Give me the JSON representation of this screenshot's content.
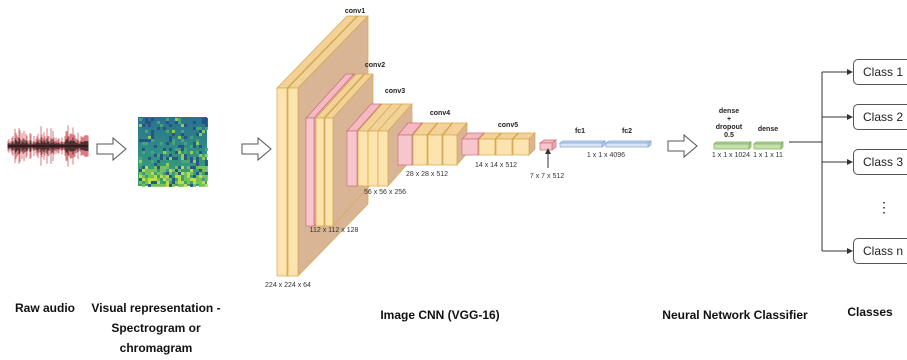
{
  "stages": {
    "raw_audio": "Raw audio",
    "visual_rep": [
      "Visual representation -",
      "Spectrogram or",
      "chromagram"
    ],
    "image_cnn": "Image CNN (VGG-16)",
    "nn_classifier": "Neural Network Classifier",
    "classes": "Classes"
  },
  "cnn": {
    "blocks": [
      "conv1",
      "conv2",
      "conv3",
      "conv4",
      "conv5",
      "fc1",
      "fc2"
    ],
    "dims": [
      "224 x 224 x 64",
      "112 x 112 x 128",
      "56 x 56 x 256",
      "28 x 28 x 512",
      "14 x 14 x 512",
      "7 x 7 x 512",
      "1 x 1 x 4096"
    ]
  },
  "classifier": {
    "dense1_label": [
      "dense",
      "+",
      "dropout",
      "0.5"
    ],
    "dense2_label": "dense",
    "dense1_dim": "1 x 1 x 1024",
    "dense2_dim": "1 x 1 x 11"
  },
  "class_boxes": [
    "Class 1",
    "Class 2",
    "Class 3",
    "⋮",
    "Class n"
  ],
  "colors": {
    "conv_face": "#fde3ad",
    "conv_stroke": "#d4a84a",
    "pool_face": "#f7c6cc",
    "pool_stroke": "#c9707e",
    "fc_face": "#d8e6f8",
    "fc_stroke": "#7fa1cf",
    "dense_face": "#c4e1ad",
    "dense_stroke": "#7cae58",
    "slab_back": "#d9b595"
  }
}
